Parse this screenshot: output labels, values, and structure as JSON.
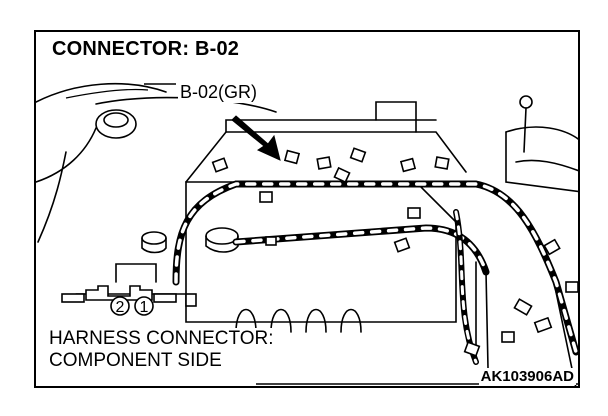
{
  "title": "CONNECTOR: B-02",
  "callout_label": "B-02(GR)",
  "connector_pins": [
    "2",
    "1"
  ],
  "caption_line1": "HARNESS CONNECTOR:",
  "caption_line2": "COMPONENT SIDE",
  "figure_code": "AK103906AD"
}
